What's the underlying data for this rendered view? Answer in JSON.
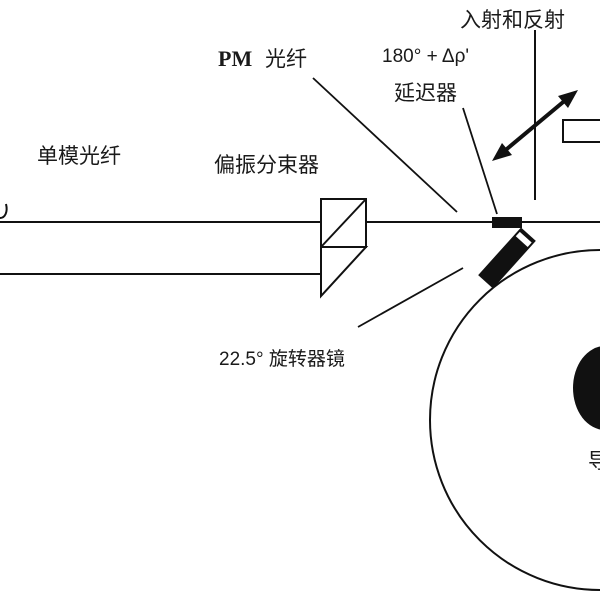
{
  "labels": {
    "incident_reflected": "入射和反射",
    "pm_fiber_prefix": "PM",
    "pm_fiber_suffix": "光纤",
    "delay_angle": "180° + Δρ'",
    "retarder": "延迟器",
    "single_mode_fiber": "单模光纤",
    "polarizing_beam_splitter": "偏振分束器",
    "rotator_mirror": "22.5° 旋转器镜",
    "cut_off_char": "导"
  }
}
